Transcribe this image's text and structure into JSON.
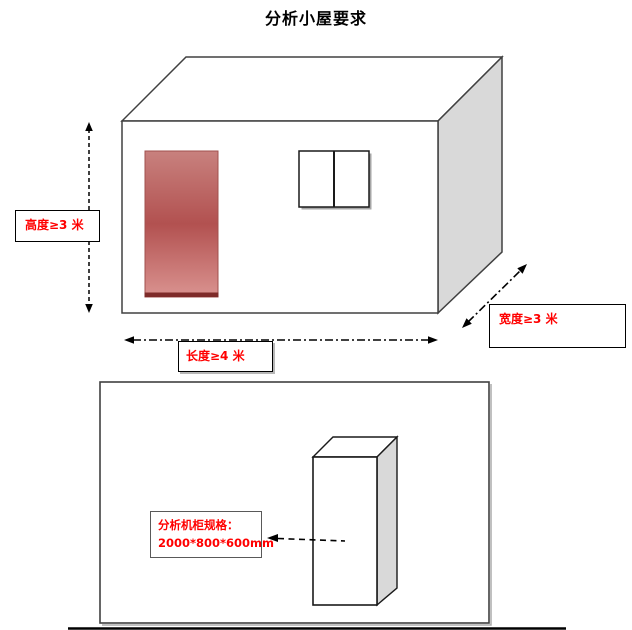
{
  "title": "分析小屋要求",
  "hut": {
    "height_label": "高度≥3 米",
    "length_label": "长度≥4 米",
    "width_label": "宽度≥3 米"
  },
  "cabinet": {
    "spec_title": "分析机柜规格：",
    "spec_value": "2000*800*600mm"
  },
  "colors": {
    "dimension_text": "#FF0000",
    "outline": "#404040",
    "arrow": "#000000",
    "shaded_face": "#D9D9D9",
    "door_gradient_top": "#C8817E",
    "door_gradient_middle": "#B25150",
    "door_gradient_bottom": "#DA9390",
    "door_base": "#7E2B29"
  }
}
